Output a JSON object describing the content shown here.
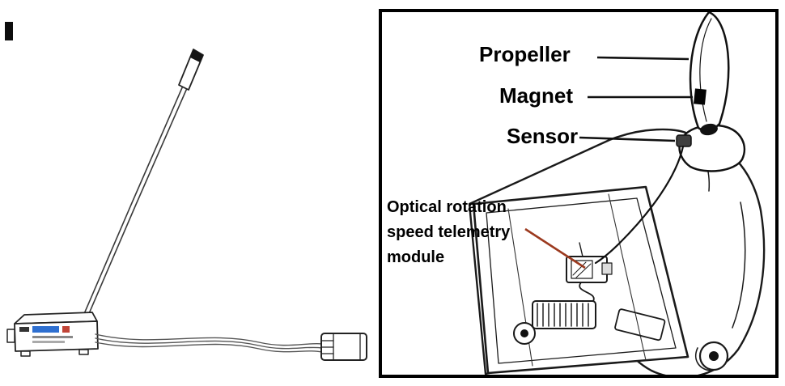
{
  "labels": {
    "propeller": "Propeller",
    "magnet": "Magnet",
    "sensor": "Sensor",
    "module": "Optical rotation speed telemetry module"
  },
  "colors": {
    "background": "#ffffff",
    "line_art": "#1a1a1a",
    "panel_border": "#000000",
    "leader_line": "#111111",
    "module_leader_line": "#9c3a1f",
    "magnet_fill": "#050505",
    "module_label_blue": "#2e6fd0",
    "module_label_red": "#c04437"
  }
}
